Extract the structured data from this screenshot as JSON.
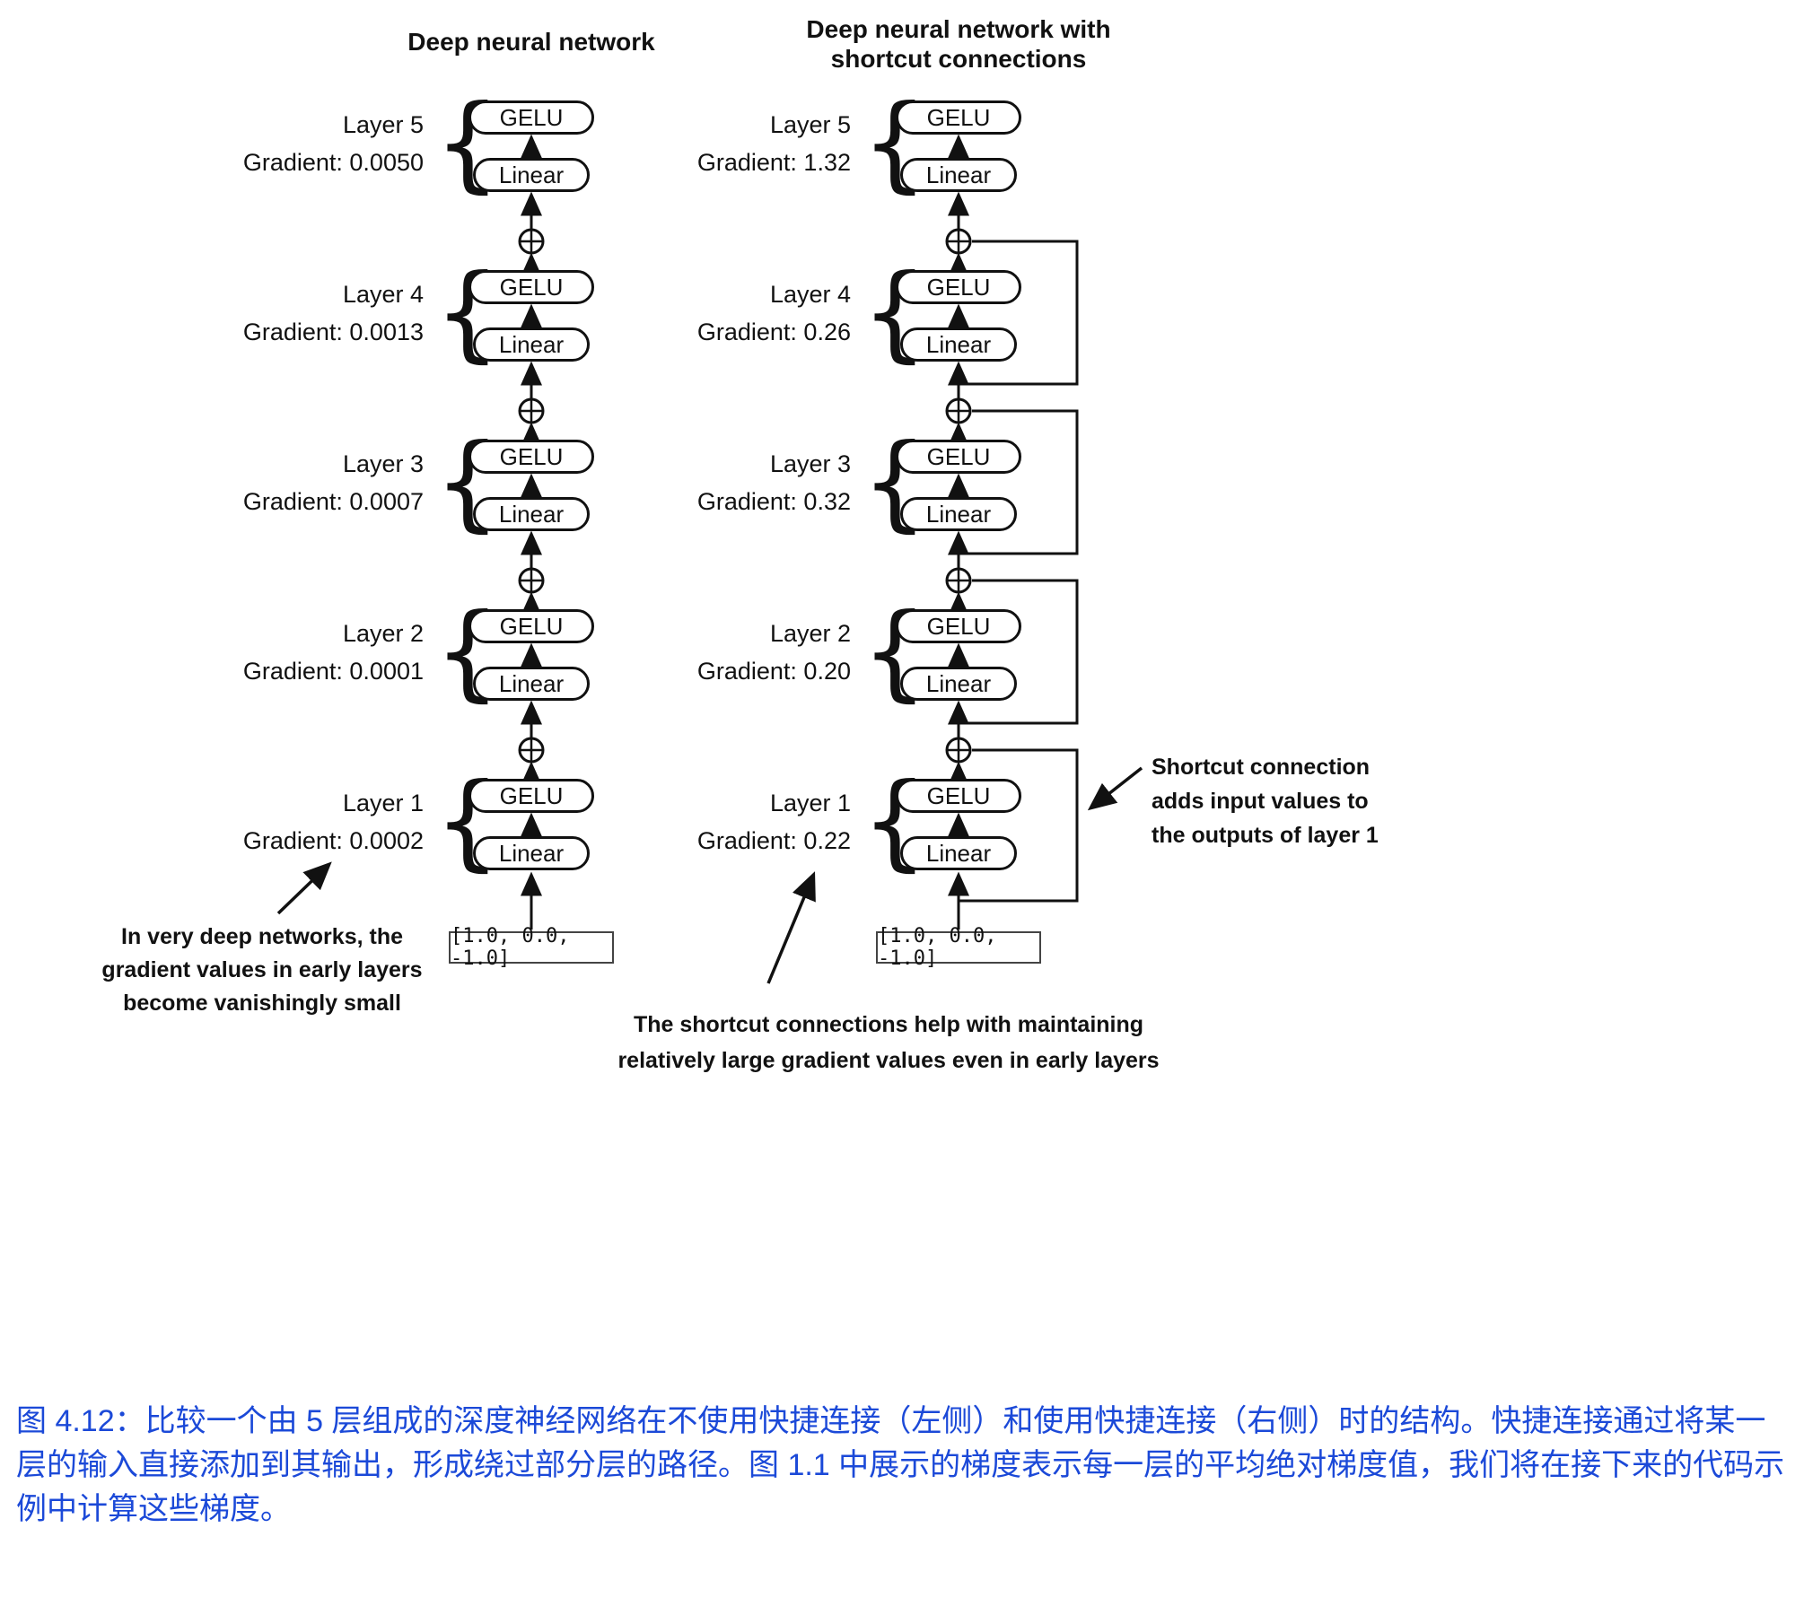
{
  "figure": {
    "left_title": "Deep neural network",
    "right_title_lines": [
      "Deep neural network with",
      "shortcut connections"
    ]
  },
  "box_labels": {
    "gelu": "GELU",
    "linear": "Linear"
  },
  "glyphs": {
    "brace": "{"
  },
  "networks": {
    "left": {
      "input": "[1.0, 0.0, -1.0]",
      "layers": [
        {
          "name": "Layer 5",
          "gradient": "Gradient: 0.0050"
        },
        {
          "name": "Layer 4",
          "gradient": "Gradient: 0.0013"
        },
        {
          "name": "Layer 3",
          "gradient": "Gradient: 0.0007"
        },
        {
          "name": "Layer 2",
          "gradient": "Gradient: 0.0001"
        },
        {
          "name": "Layer 1",
          "gradient": "Gradient: 0.0002"
        }
      ]
    },
    "right": {
      "input": "[1.0, 0.0, -1.0]",
      "layers": [
        {
          "name": "Layer 5",
          "gradient": "Gradient: 1.32"
        },
        {
          "name": "Layer 4",
          "gradient": "Gradient: 0.26"
        },
        {
          "name": "Layer 3",
          "gradient": "Gradient: 0.32"
        },
        {
          "name": "Layer 2",
          "gradient": "Gradient: 0.20"
        },
        {
          "name": "Layer 1",
          "gradient": "Gradient: 0.22"
        }
      ]
    }
  },
  "annotations": {
    "vanishing": {
      "lines": [
        "In very deep networks, the",
        "gradient values in early layers",
        "become vanishingly small"
      ]
    },
    "shortcut": {
      "lines": [
        "Shortcut connection",
        "adds input values to",
        "the outputs of layer 1"
      ]
    },
    "maintain": {
      "lines": [
        "The shortcut connections help with maintaining",
        "relatively large gradient values even in early layers"
      ]
    }
  },
  "caption": {
    "text": "图 4.12：比较一个由 5 层组成的深度神经网络在不使用快捷连接（左侧）和使用快捷连接（右侧）时的结构。快捷连接通过将某一层的输入直接添加到其输出，形成绕过部分层的路径。图 1.1 中展示的梯度表示每一层的平均绝对梯度值，我们将在接下来的代码示例中计算这些梯度。",
    "color": "#1b49d8"
  },
  "colors": {
    "line": "#111111",
    "background": "#ffffff"
  }
}
